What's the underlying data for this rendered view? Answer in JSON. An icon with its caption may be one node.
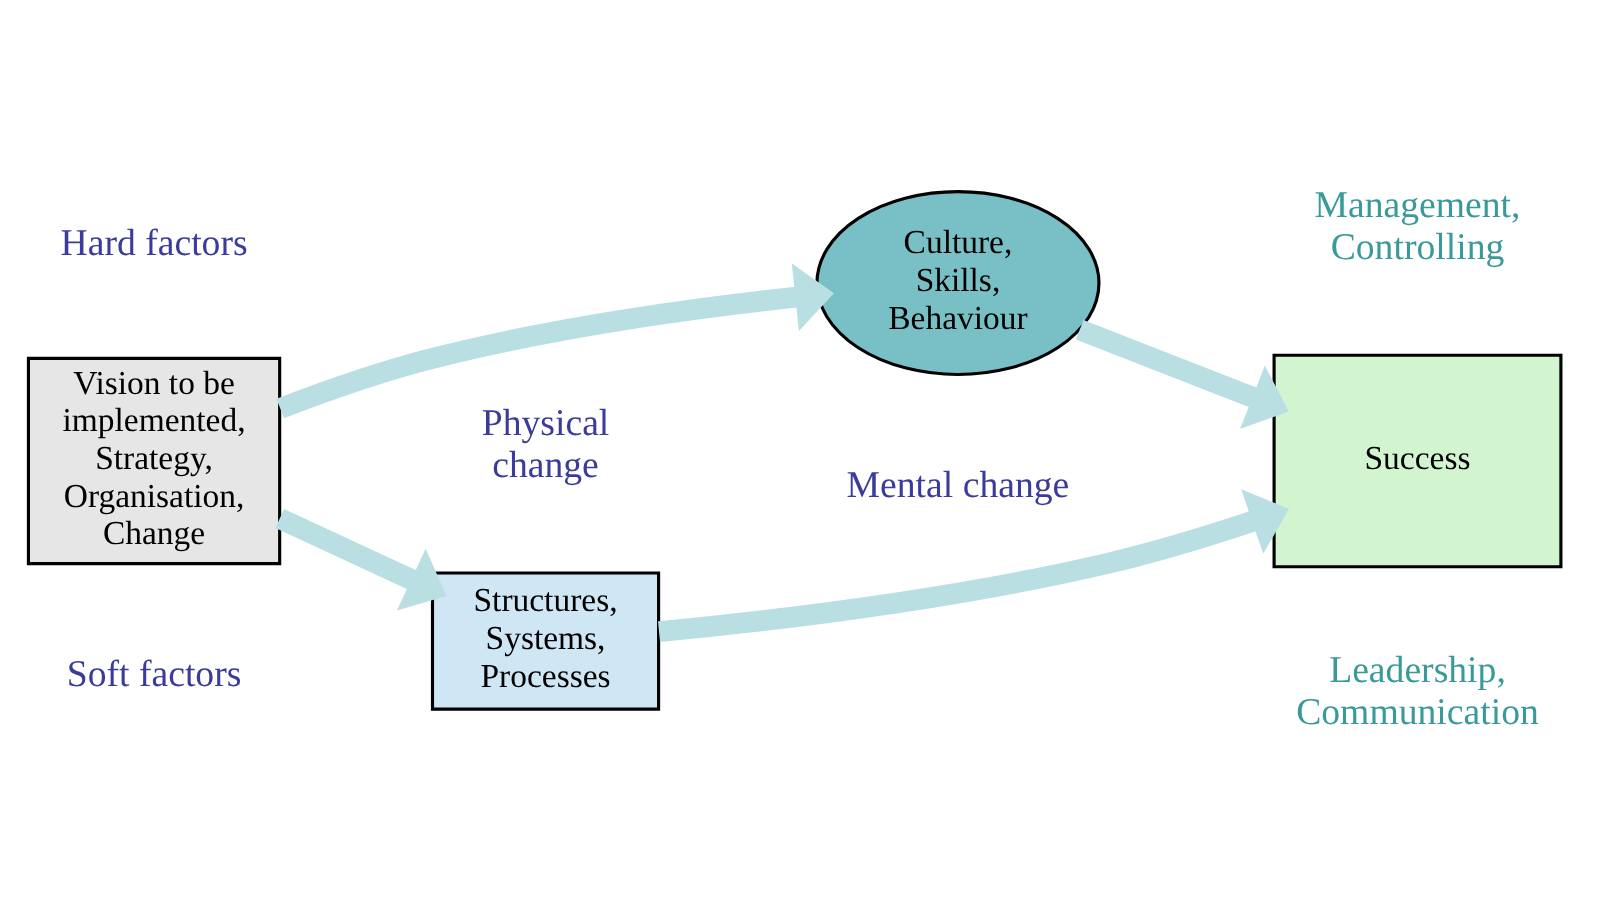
{
  "diagram": {
    "nodes": [
      {
        "text": [
          "Vision to be implemented, Strategy, Organisation, Change"
        ]
      },
      {
        "text": [
          "Structures, Systems, Processes"
        ]
      },
      {
        "text": [
          "Culture, Skills, Behaviour"
        ]
      },
      {
        "text": [
          "Success"
        ]
      }
    ],
    "edges": [
      {
        "from": 0,
        "to": 1,
        "arrow": "to"
      },
      {
        "from": 1,
        "to": 3,
        "arrow": "to"
      },
      {
        "from": 0,
        "to": 2,
        "arrow": "to"
      },
      {
        "from": 2,
        "to": 3,
        "arrow": "to"
      }
    ],
    "labels": [
      "Hard factors",
      "Physical change",
      "Management, Controlling",
      "Soft factors",
      "Mental change",
      "Leadership, Communication"
    ]
  }
}
